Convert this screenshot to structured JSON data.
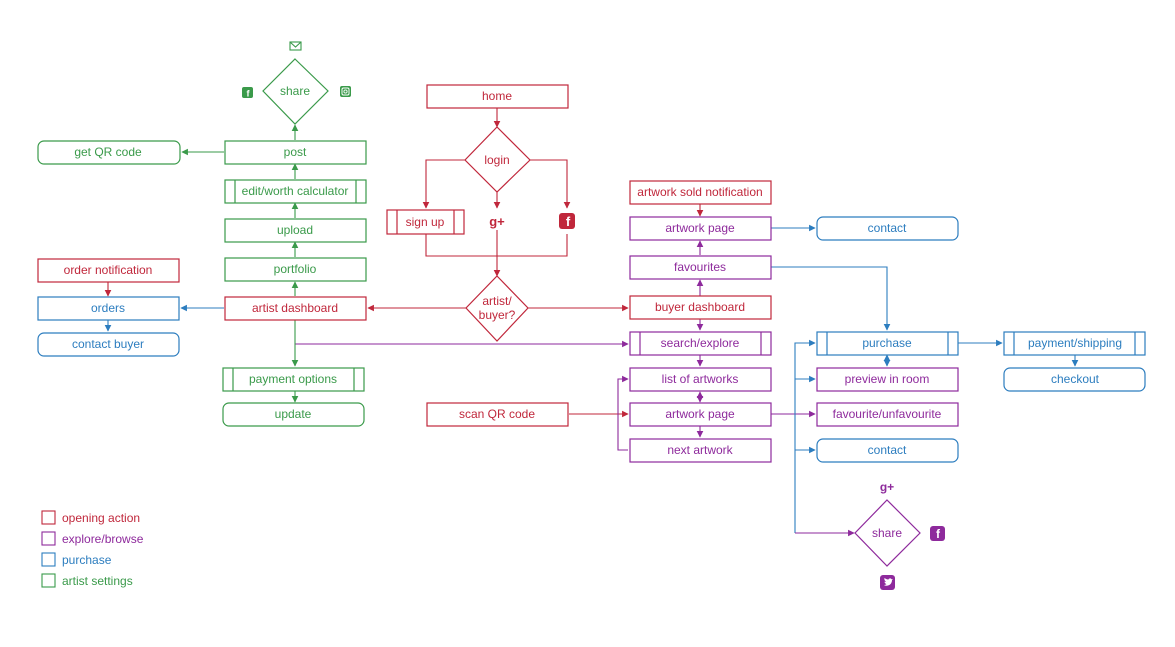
{
  "colors": {
    "opening": "#c0273b",
    "explore": "#8e2a9c",
    "purchase": "#2c7dbf",
    "artist": "#3a9a4a"
  },
  "nodes": {
    "home": "home",
    "login": "login",
    "sign_up": "sign up",
    "artist_buyer": [
      "artist/",
      "buyer?"
    ],
    "artwork_sold_notification": "artwork sold notification",
    "artwork_page_top": "artwork page",
    "contact_top": "contact",
    "favourites": "favourites",
    "buyer_dashboard": "buyer dashboard",
    "search_explore": "search/explore",
    "list_of_artworks": "list of artworks",
    "artwork_page": "artwork page",
    "next_artwork": "next artwork",
    "scan_qr_code": "scan QR code",
    "purchase": "purchase",
    "preview_in_room": "preview in room",
    "favourite_unfavourite": "favourite/unfavourite",
    "contact": "contact",
    "share_buyer": "share",
    "payment_shipping": "payment/shipping",
    "checkout": "checkout",
    "share_artist": "share",
    "post": "post",
    "get_qr_code": "get QR code",
    "edit_worth_calculator": "edit/worth calculator",
    "upload": "upload",
    "portfolio": "portfolio",
    "order_notification": "order notification",
    "orders": "orders",
    "artist_dashboard": "artist dashboard",
    "contact_buyer": "contact buyer",
    "payment_options": "payment options",
    "update": "update"
  },
  "icons": {
    "login_google": "google-plus-icon",
    "login_facebook": "facebook-icon",
    "artist_mail": "mail-icon",
    "artist_facebook": "facebook-icon",
    "artist_instagram": "instagram-icon",
    "buyer_google": "google-plus-icon",
    "buyer_facebook": "facebook-icon",
    "buyer_twitter": "twitter-icon"
  },
  "legend": [
    {
      "label": "opening action",
      "color": "#c0273b"
    },
    {
      "label": "explore/browse",
      "color": "#8e2a9c"
    },
    {
      "label": "purchase",
      "color": "#2c7dbf"
    },
    {
      "label": "artist settings",
      "color": "#3a9a4a"
    }
  ]
}
